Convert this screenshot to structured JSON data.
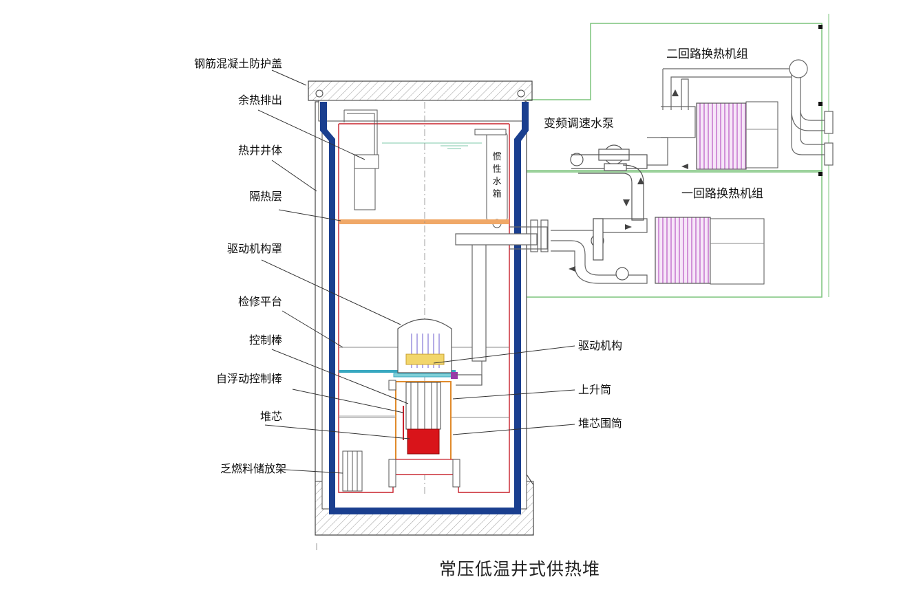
{
  "left_labels": {
    "cover": "钢筋混凝土防护盖",
    "residual_heat": "余热排出",
    "well_body": "热井井体",
    "insulation": "隔热层",
    "drive_hood": "驱动机构罩",
    "platform": "检修平台",
    "control_rod": "控制棒",
    "floating_rod": "自浮动控制棒",
    "core": "堆芯",
    "fuel_rack": "乏燃料储放架"
  },
  "right_labels": {
    "drive_mechanism": "驱动机构",
    "riser": "上升筒",
    "core_barrel": "堆芯围筒"
  },
  "top_labels": {
    "secondary_hx": "二回路换热机组",
    "pump": "变频调速水泵",
    "primary_hx": "一回路换热机组"
  },
  "tank_chars": [
    "惯",
    "性",
    "水",
    "箱"
  ],
  "caption": "常压低温井式供热堆",
  "colors": {
    "liner_blue": "#1a3f8f",
    "vessel_red": "#c8202a",
    "insulation_orange": "#f0a868",
    "core_red": "#d9141a",
    "pipe_green": "#7cc47c",
    "hx_pink": "#c87ad0",
    "platform_cyan": "#38a8c0",
    "fuel_yellow": "#f2d66b"
  },
  "icons": [
    "flow-arrow-icon",
    "pump-icon",
    "valve-icon"
  ]
}
